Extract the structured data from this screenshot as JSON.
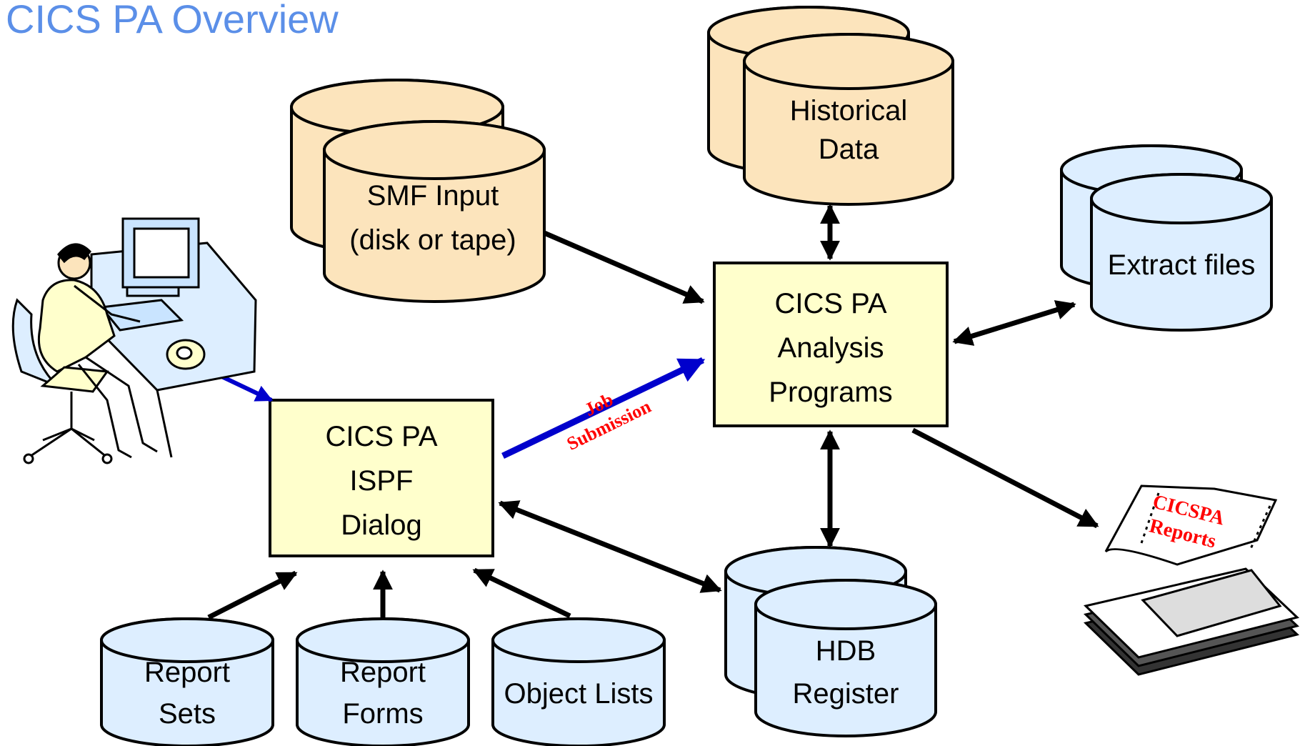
{
  "title": "CICS PA Overview",
  "colors": {
    "title": "#5b8fe8",
    "tan_fill": "#fce4bc",
    "blue_fill": "#ddeeff",
    "box_fill": "#ffffcc",
    "submission_arrow": "#0000cc",
    "red_text": "#ff0000"
  },
  "nodes": {
    "smf_input": {
      "line1": "SMF Input",
      "line2": "(disk or tape)"
    },
    "historical_data": {
      "line1": "Historical",
      "line2": "Data"
    },
    "extract_files": {
      "line1": "Extract files"
    },
    "analysis_programs": {
      "line1": "CICS PA",
      "line2": "Analysis",
      "line3": "Programs"
    },
    "ispf_dialog": {
      "line1": "CICS PA",
      "line2": "ISPF",
      "line3": "Dialog"
    },
    "hdb_register": {
      "line1": "HDB",
      "line2": "Register"
    },
    "report_sets": {
      "line1": "Report",
      "line2": "Sets"
    },
    "report_forms": {
      "line1": "Report",
      "line2": "Forms"
    },
    "object_lists": {
      "line1": "Object Lists"
    },
    "reports_printout": {
      "line1": "CICSPA",
      "line2": "Reports"
    }
  },
  "job_submission": {
    "line1": "Job",
    "line2": "Submission"
  },
  "icons": {
    "user": "user-at-computer-icon",
    "printer": "printer-output-icon"
  }
}
